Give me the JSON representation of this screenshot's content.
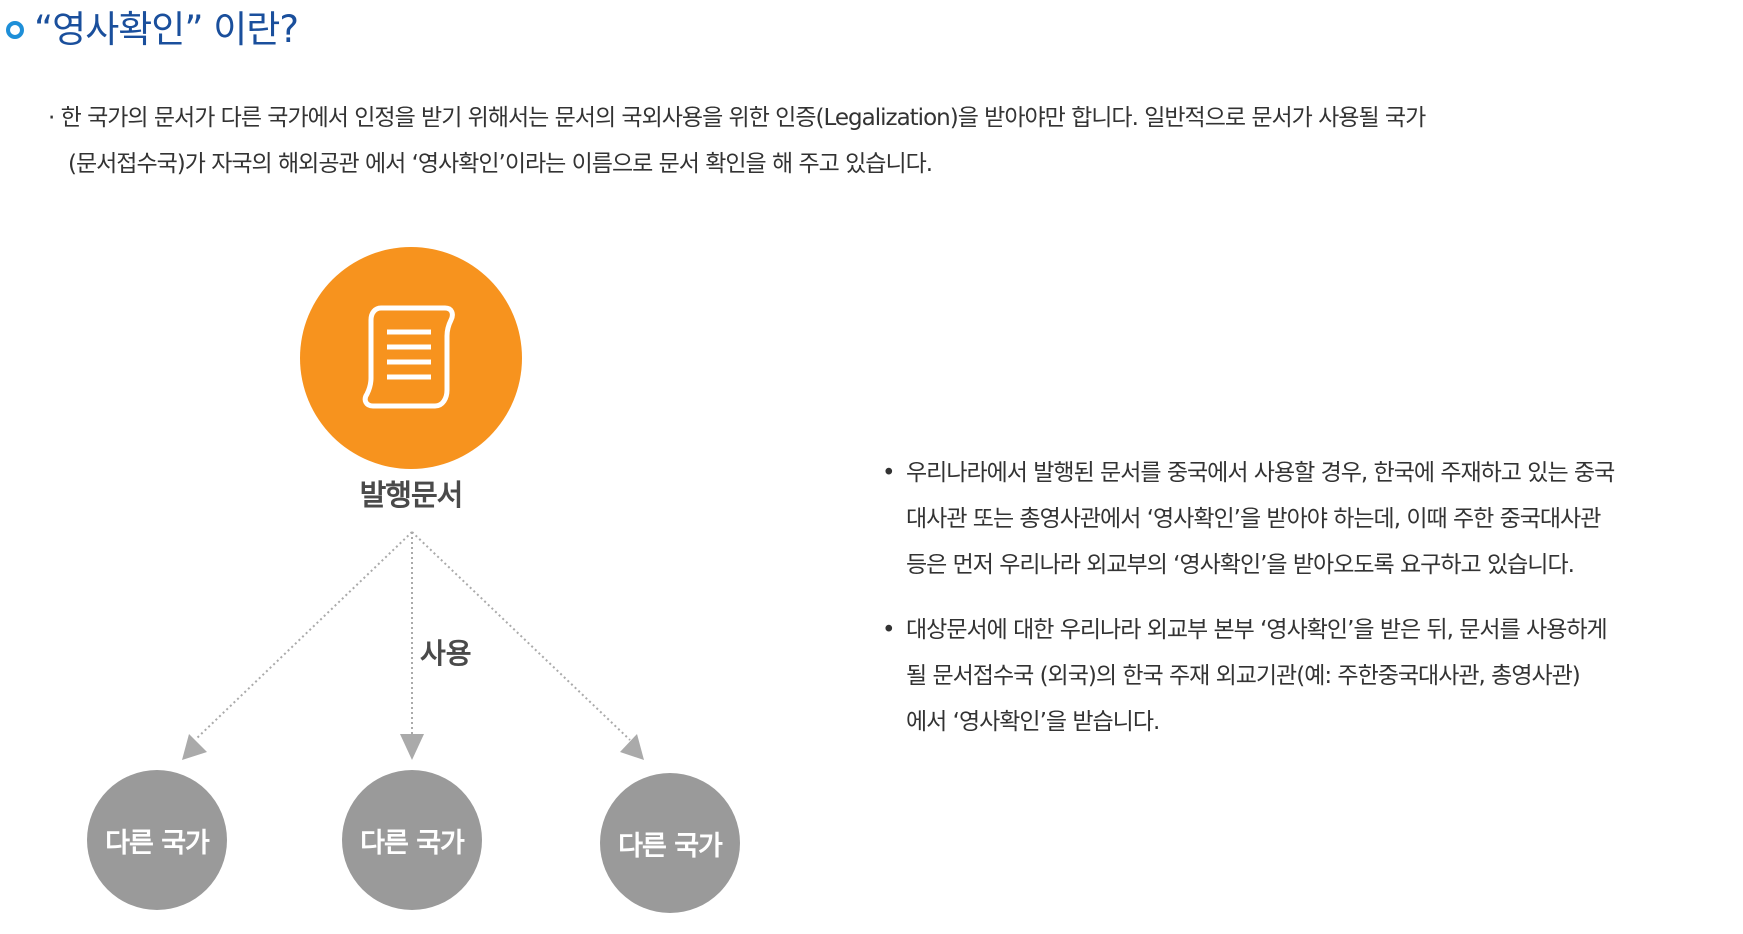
{
  "header": {
    "title": "“영사확인” 이란?"
  },
  "intro": {
    "bullet": "·",
    "line1": "한 국가의 문서가 다른 국가에서 인정을 받기 위해서는 문서의 국외사용을 위한 인증(Legalization)을 받아야만 합니다. 일반적으로 문서가 사용될 국가",
    "line2": "(문서접수국)가 자국의 해외공관 에서 ‘영사확인’이라는 이름으로 문서 확인을 해 주고 있습니다."
  },
  "diagram": {
    "source_icon": "document-scroll-icon",
    "source_label": "발행문서",
    "use_label": "사용",
    "targets": [
      "다른 국가",
      "다른 국가",
      "다른 국가"
    ],
    "colors": {
      "source_circle": "#f7931e",
      "target_circle": "#9a9a9a",
      "arrow": "#aaaaaa"
    }
  },
  "details": {
    "bullet": "•",
    "items": [
      {
        "lines": [
          "우리나라에서 발행된 문서를 중국에서 사용할 경우, 한국에 주재하고 있는 중국",
          "대사관 또는 총영사관에서 ‘영사확인’을 받아야 하는데, 이때 주한 중국대사관",
          "등은 먼저 우리나라 외교부의 ‘영사확인’을 받아오도록 요구하고 있습니다."
        ]
      },
      {
        "lines": [
          "대상문서에 대한 우리나라 외교부 본부 ‘영사확인’을 받은 뒤, 문서를 사용하게",
          "될 문서접수국 (외국)의 한국 주재 외교기관(예: 주한중국대사관, 총영사관)",
          "에서 ‘영사확인’을 받습니다."
        ]
      }
    ]
  },
  "colors": {
    "title": "#1a4f9c",
    "title_bullet": "#1e8fd8",
    "body_text": "#333333"
  }
}
